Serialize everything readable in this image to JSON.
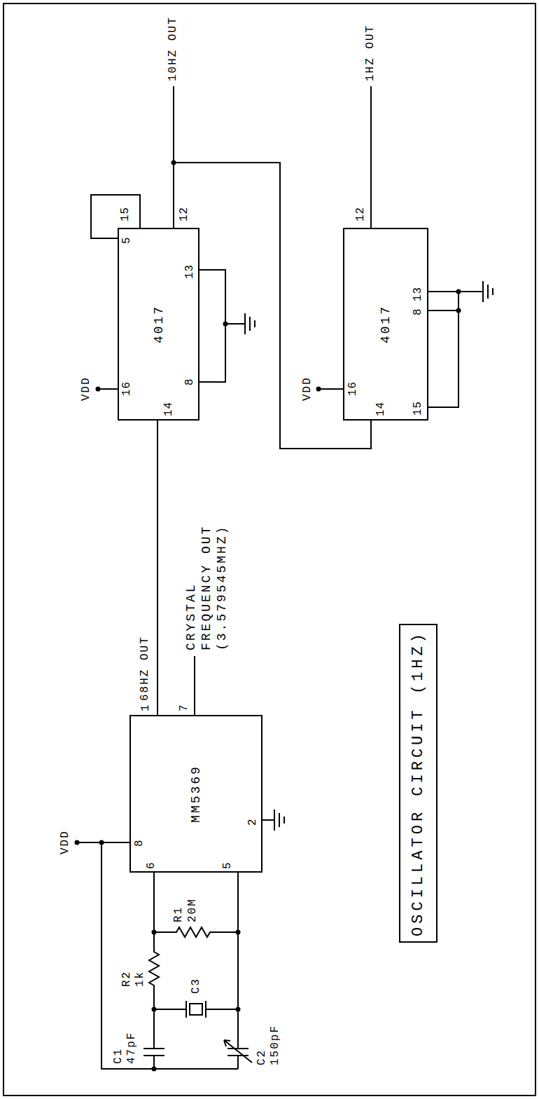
{
  "diagram": {
    "nodes": [
      {
        "text": [
          "MM5369"
        ]
      },
      {
        "text": [
          "4017"
        ]
      },
      {
        "text": [
          "4017"
        ]
      },
      {
        "text": [
          "OSCILLATOR CIRCUIT (1HZ)"
        ]
      }
    ],
    "edges": [
      {
        "from": 0,
        "to": 1,
        "arrow": "none"
      },
      {
        "from": 1,
        "to": 2,
        "arrow": "none"
      }
    ],
    "labels": [
      "VDD",
      "8",
      "1",
      "7",
      "6",
      "5",
      "2",
      "R1",
      "20M",
      "R2",
      "1k",
      "C3",
      "C1",
      "47pF",
      "C2",
      "150pF",
      "68HZ OUT",
      "CRYSTAL FREQUENCY OUT (3.579545MHZ)",
      "VDD",
      "16",
      "5",
      "15",
      "12",
      "13",
      "8",
      "14",
      "10HZ OUT",
      "VDD",
      "16",
      "14",
      "12",
      "8",
      "13",
      "15",
      "1HZ OUT"
    ]
  }
}
